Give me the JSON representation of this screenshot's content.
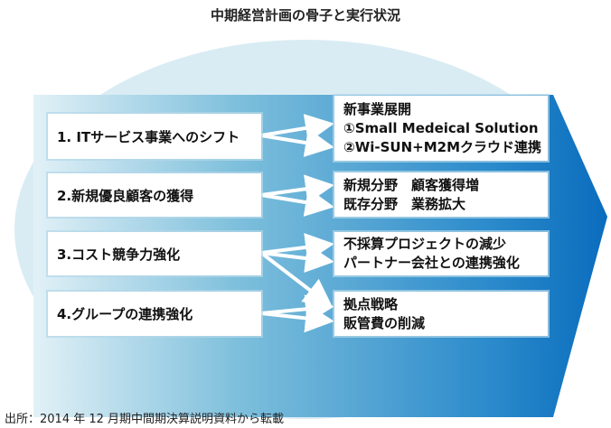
{
  "title": "中期経営計画の骨子と実行状況",
  "pillars": [
    {
      "label": "1. ITサービス事業へのシフト"
    },
    {
      "label": "2.新規優良顧客の獲得"
    },
    {
      "label": "3.コスト競争力強化"
    },
    {
      "label": "4.グループの連携強化"
    }
  ],
  "results": [
    {
      "lines": [
        "新事業展開",
        "①Small Medeical Solution",
        "②Wi-SUN+M2Mクラウド連携"
      ]
    },
    {
      "lines": [
        "新規分野　顧客獲得増",
        "既存分野　業務拡大"
      ]
    },
    {
      "lines": [
        "不採算プロジェクトの減少",
        "パートナー会社との連携強化"
      ]
    },
    {
      "lines": [
        "拠点戦略",
        "販管費の削減"
      ]
    }
  ],
  "colors": {
    "banner_light": "#dff0f6",
    "banner_dark": "#0a6cbd",
    "ellipse": "#d9ecf4"
  },
  "footnote": "出所：2014 年 12 月期中間期決算説明資料から転載"
}
